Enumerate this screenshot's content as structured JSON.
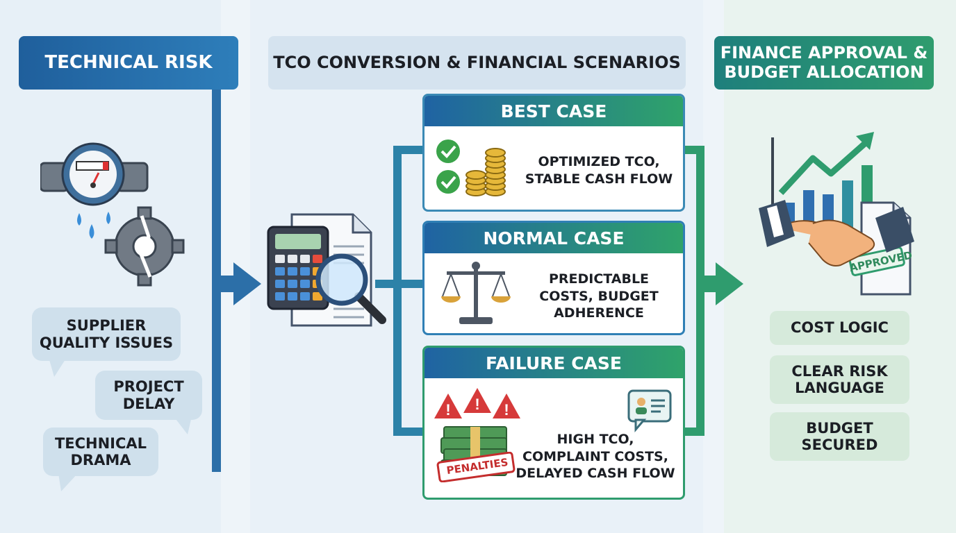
{
  "columns": {
    "technical_risk": {
      "title": "TECHNICAL RISK",
      "bubbles": [
        "SUPPLIER QUALITY ISSUES",
        "PROJECT DELAY",
        "TECHNICAL DRAMA"
      ]
    },
    "tco": {
      "title": "TCO CONVERSION & FINANCIAL SCENARIOS",
      "cases": [
        {
          "title": "BEST CASE",
          "text": "OPTIMIZED TCO, STABLE CASH FLOW"
        },
        {
          "title": "NORMAL CASE",
          "text": "PREDICTABLE COSTS, BUDGET ADHERENCE"
        },
        {
          "title": "FAILURE CASE",
          "text": "HIGH TCO, COMPLAINT COSTS, DELAYED CASH FLOW"
        }
      ],
      "penalties_stamp": "PENALTIES"
    },
    "finance": {
      "title": "FINANCE APPROVAL & BUDGET ALLOCATION",
      "approved_stamp": "APPROVED",
      "outcomes": [
        "COST LOGIC",
        "CLEAR RISK LANGUAGE",
        "BUDGET SECURED"
      ]
    }
  },
  "colors": {
    "blue": "#1f63a3",
    "green": "#2f9c6e",
    "red": "#d63a3a"
  }
}
